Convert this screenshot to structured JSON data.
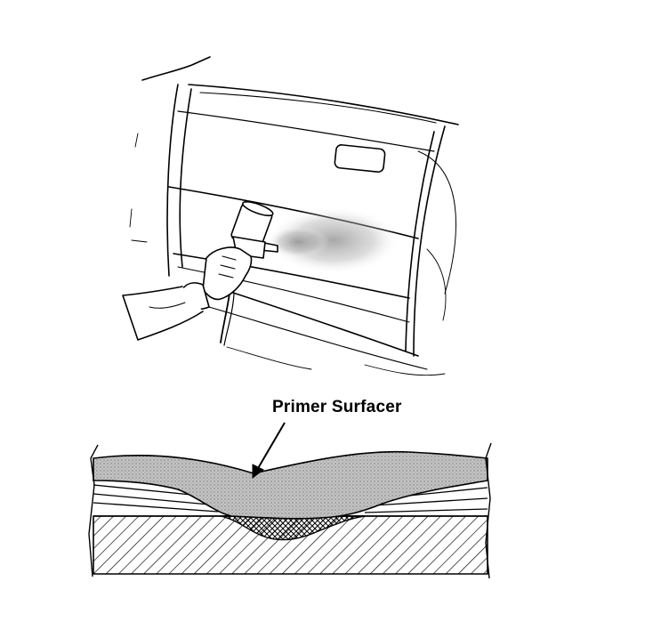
{
  "diagram": {
    "callout_label": "Primer Surfacer",
    "illustration": "spray-gun-applying-primer-to-door-panel",
    "cross_section": "primer-surfacer-layer-over-repair"
  },
  "colors": {
    "ink": "#000000",
    "background": "#ffffff",
    "primer_fill": "#b9b9b9"
  }
}
